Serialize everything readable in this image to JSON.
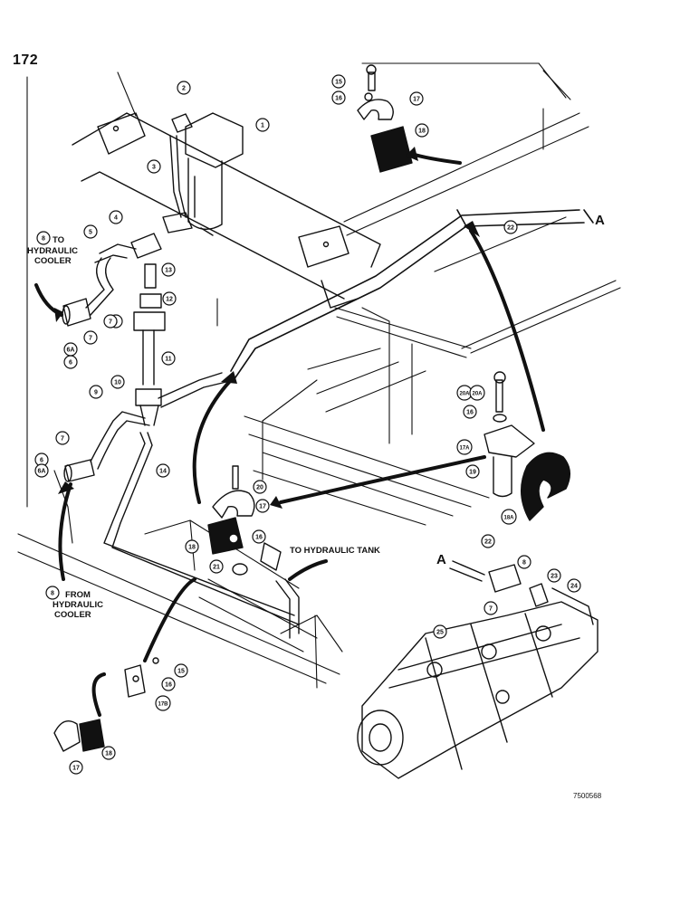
{
  "page_number": "172",
  "figure_id": "7500568",
  "port_letter": "A",
  "callouts": [
    {
      "id": "c1",
      "text": "1"
    },
    {
      "id": "c2",
      "text": "2"
    },
    {
      "id": "c3",
      "text": "3"
    },
    {
      "id": "c4",
      "text": "4"
    },
    {
      "id": "c5",
      "text": "5"
    },
    {
      "id": "c6a",
      "text": "6"
    },
    {
      "id": "c6b",
      "text": "6"
    },
    {
      "id": "c6c",
      "text": "6"
    },
    {
      "id": "c6Aa",
      "text": "6A"
    },
    {
      "id": "c6Ab",
      "text": "6A"
    },
    {
      "id": "c7a",
      "text": "7"
    },
    {
      "id": "c7b",
      "text": "7"
    },
    {
      "id": "c7c",
      "text": "7"
    },
    {
      "id": "c7d",
      "text": "7"
    },
    {
      "id": "c8a",
      "text": "8"
    },
    {
      "id": "c8b",
      "text": "8"
    },
    {
      "id": "c8c",
      "text": "8"
    },
    {
      "id": "c9",
      "text": "9"
    },
    {
      "id": "c10",
      "text": "10"
    },
    {
      "id": "c11",
      "text": "11"
    },
    {
      "id": "c12",
      "text": "12"
    },
    {
      "id": "c13",
      "text": "13"
    },
    {
      "id": "c14",
      "text": "14"
    },
    {
      "id": "c15a",
      "text": "15"
    },
    {
      "id": "c15b",
      "text": "15"
    },
    {
      "id": "c16a",
      "text": "16"
    },
    {
      "id": "c16b",
      "text": "16"
    },
    {
      "id": "c16c",
      "text": "16"
    },
    {
      "id": "c16d",
      "text": "16"
    },
    {
      "id": "c17a",
      "text": "17"
    },
    {
      "id": "c17b",
      "text": "17"
    },
    {
      "id": "c17c",
      "text": "17"
    },
    {
      "id": "c17A",
      "text": "17A"
    },
    {
      "id": "c17B",
      "text": "17B"
    },
    {
      "id": "c18a",
      "text": "18"
    },
    {
      "id": "c18b",
      "text": "18"
    },
    {
      "id": "c18c",
      "text": "18"
    },
    {
      "id": "c18A",
      "text": "18A"
    },
    {
      "id": "c19",
      "text": "19"
    },
    {
      "id": "c20a",
      "text": "20"
    },
    {
      "id": "c20b",
      "text": "20A"
    },
    {
      "id": "c20c",
      "text": "20A"
    },
    {
      "id": "c21",
      "text": "21"
    },
    {
      "id": "c22a",
      "text": "22"
    },
    {
      "id": "c22b",
      "text": "22"
    },
    {
      "id": "c23",
      "text": "23"
    },
    {
      "id": "c24",
      "text": "24"
    },
    {
      "id": "c25",
      "text": "25"
    }
  ],
  "captions": {
    "to_cooler": [
      "TO",
      "HYDRAULIC",
      "COOLER"
    ],
    "from_cooler": [
      "FROM",
      "HYDRAULIC",
      "COOLER"
    ],
    "to_tank": "TO HYDRAULIC TANK"
  }
}
